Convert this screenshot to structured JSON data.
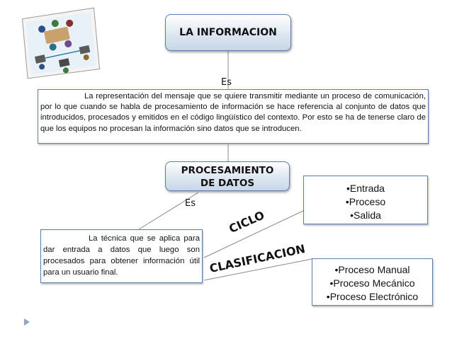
{
  "nodes": {
    "informacion": "LA INFORMACION",
    "procesamiento_1": "PROCESAMIENTO",
    "procesamiento_2": "DE DATOS"
  },
  "edge_labels": {
    "es_top": "Es",
    "es_mid": "Es",
    "ciclo": "CICLO",
    "clasificacion": "CLASIFICACION"
  },
  "definition_informacion": "La representación del mensaje que se quiere transmitir mediante un proceso de comunicación, por lo que cuando se habla de procesamiento de información se hace referencia al conjunto de datos que introducidos, procesados y emitidos en el código lingüístico del contexto. Por esto se ha de tenerse claro de que los equipos no procesan la información sino datos que se introducen.",
  "definition_procesamiento": "La técnica que se aplica para dar entrada a datos que luego son procesados para obtener información útil para un usuario final.",
  "ciclo_items": [
    "•Entrada",
    "•Proceso",
    "•Salida"
  ],
  "clasificacion_items": [
    "•Proceso Manual",
    "•Proceso Mecánico",
    "•Proceso Electrónico"
  ],
  "colors": {
    "border": "#5a7fa8",
    "node_gradient_bottom": "#c7d6e7",
    "corner_marker": "#8ea6bf"
  },
  "icons": {
    "clipart": "office-network-clipart",
    "corner": "triangle-marker-icon"
  }
}
